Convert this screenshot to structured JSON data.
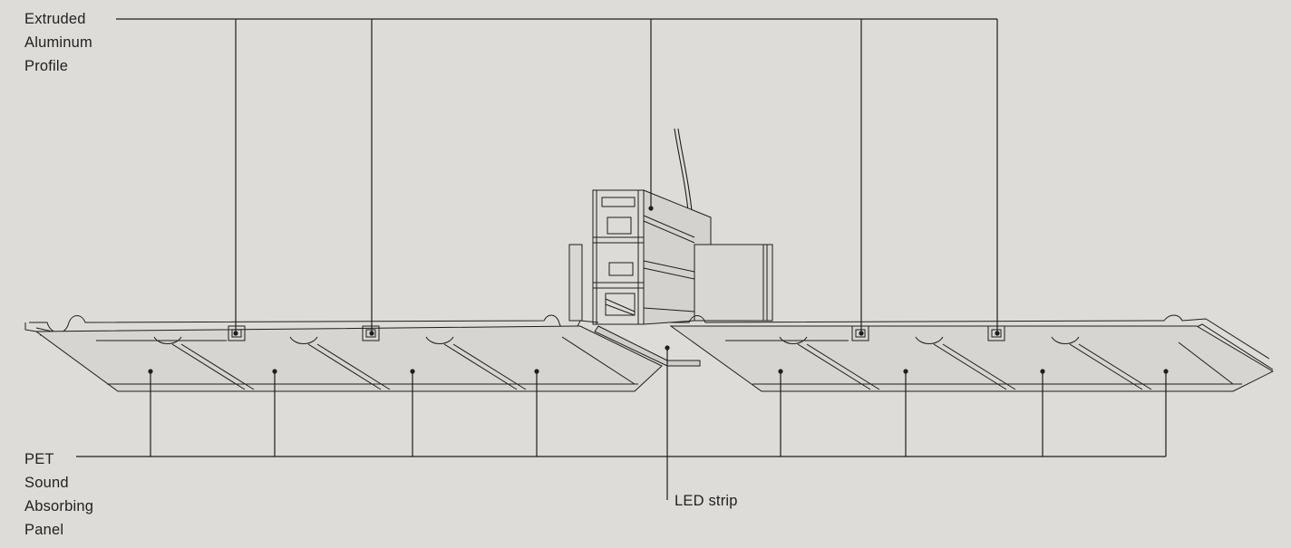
{
  "labels": {
    "profile": [
      "Extruded",
      "Aluminum",
      "Profile"
    ],
    "panel": [
      "PET",
      "Sound",
      "Absorbing",
      "Panel"
    ],
    "led": "LED strip"
  },
  "colors": {
    "background": "#dddcd8",
    "line": "#1e1e1e",
    "panel_fill": "#d6d5d1"
  }
}
